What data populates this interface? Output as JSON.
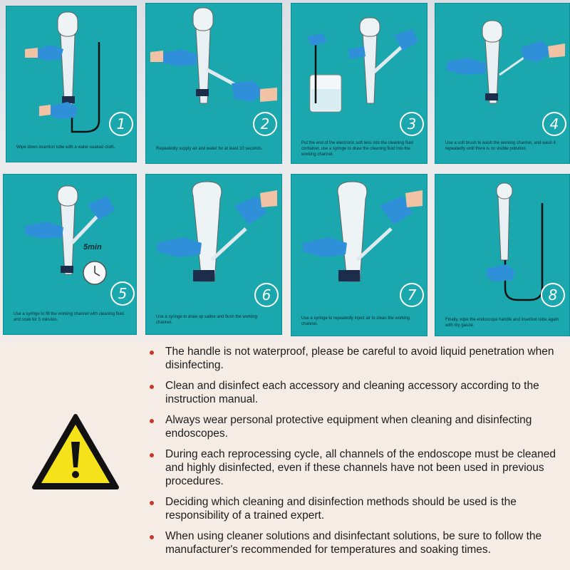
{
  "steps": [
    {
      "number": "1",
      "caption": "Wipe down insertion tube with a water-soaked cloth."
    },
    {
      "number": "2",
      "caption": "Repeatedly supply air and water for at least 10 seconds."
    },
    {
      "number": "3",
      "caption": "Put the end of the electronic soft lens into the cleaning fluid container, use a syringe to draw the cleaning fluid into the working channel."
    },
    {
      "number": "4",
      "caption": "Use a soft brush to wash the working channel, and wash it repeatedly until there is no visible pollution."
    },
    {
      "number": "5",
      "caption": "Use a syringe to fill the working channel with cleaning fluid and soak for 5 minutes.",
      "timer_label": "5min"
    },
    {
      "number": "6",
      "caption": "Use a syringe to draw up saline and flush the working channel."
    },
    {
      "number": "7",
      "caption": "Use a syringe to repeatedly inject air to clean the working channel."
    },
    {
      "number": "8",
      "caption": "Finally, wipe the endoscope handle and insertion tube again with dry gauze."
    }
  ],
  "notes": [
    "The handle is not waterproof, please be careful to avoid liquid penetration when disinfecting.",
    "Clean and disinfect each accessory and cleaning accessory according to the instruction manual.",
    "Always wear personal protective equipment when cleaning and disinfecting endoscopes.",
    "During each reprocessing cycle, all channels of the endoscope must be cleaned and highly disinfected, even if these channels have not been used in previous procedures.",
    "Deciding which cleaning and disinfection methods should be used is the responsibility of a trained expert.",
    "When using cleaner solutions and disinfectant solutions, be sure to follow the manufacturer's recommended for temperatures and soaking times."
  ],
  "icons": {
    "warning": "warning-triangle-icon",
    "bullet": "red-dot-icon"
  },
  "colors": {
    "panel_bg": "#1aa7ae",
    "glove": "#2f8fd8",
    "warning_yellow": "#f5e21a",
    "bullet": "#c63a2c"
  }
}
